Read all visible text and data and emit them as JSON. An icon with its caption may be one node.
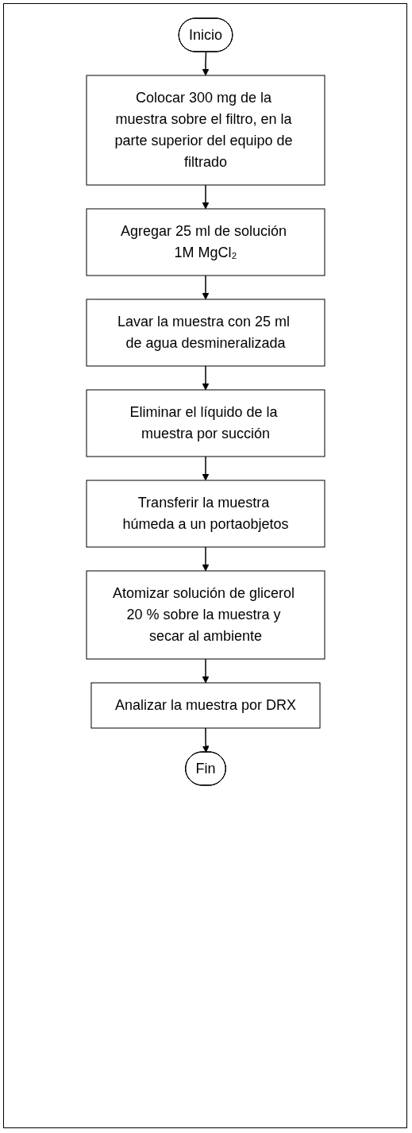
{
  "diagram": {
    "nodes": [
      {
        "text": [
          "Inicio"
        ]
      },
      {
        "text": [
          "Colocar 300 mg de la muestra sobre el filtro, en la parte superior del equipo de filtrado"
        ]
      },
      {
        "text": [
          "Agregar 25 ml de solución 1M MgCl₂"
        ]
      },
      {
        "text": [
          "Lavar la muestra con 25 ml de agua desmineralizada"
        ]
      },
      {
        "text": [
          "Eliminar el líquido de la muestra por succión"
        ]
      },
      {
        "text": [
          "Transferir la muestra húmeda a un portaobjetos"
        ]
      },
      {
        "text": [
          "Atomizar solución de glicerol 20 % sobre la muestra y secar al ambiente"
        ]
      },
      {
        "text": [
          "Analizar la muestra por DRX"
        ]
      },
      {
        "text": [
          "Fin"
        ]
      }
    ],
    "edges": [
      {
        "from": 0,
        "to": 1,
        "arrow": "to"
      },
      {
        "from": 1,
        "to": 2,
        "arrow": "to"
      },
      {
        "from": 2,
        "to": 3,
        "arrow": "to"
      },
      {
        "from": 3,
        "to": 4,
        "arrow": "to"
      },
      {
        "from": 4,
        "to": 5,
        "arrow": "to"
      },
      {
        "from": 5,
        "to": 6,
        "arrow": "to"
      },
      {
        "from": 6,
        "to": 7,
        "arrow": "to"
      },
      {
        "from": 7,
        "to": 8,
        "arrow": "to"
      }
    ]
  }
}
